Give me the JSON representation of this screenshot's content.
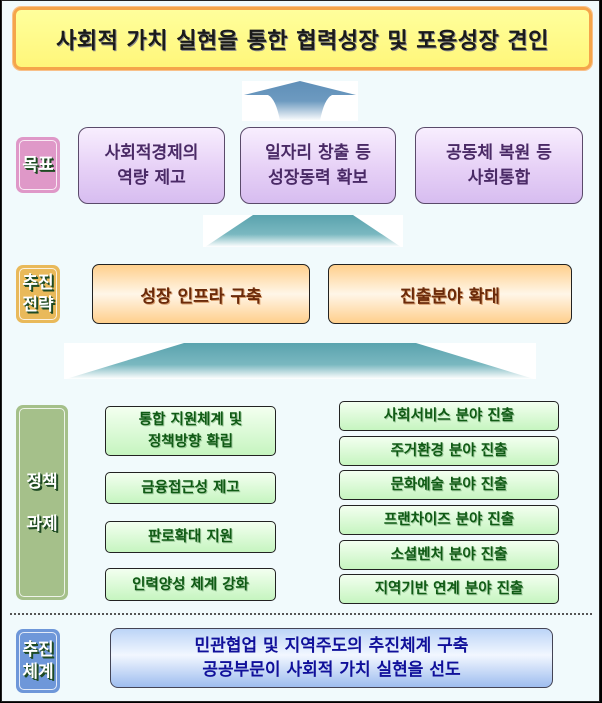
{
  "title": "사회적 가치 실현을 통한 협력성장 및 포용성장 견인",
  "sections": {
    "goal": {
      "label_lines": [
        "목표"
      ],
      "color": "#df98c8",
      "items": [
        {
          "line1": "사회적경제의",
          "line2": "역량 제고"
        },
        {
          "line1": "일자리 창출 등",
          "line2": "성장동력 확보"
        },
        {
          "line1": "공동체 복원 등",
          "line2": "사회통합"
        }
      ]
    },
    "strategy": {
      "label_lines": [
        "추진",
        "전략"
      ],
      "color": "#e9b95a",
      "items": [
        {
          "text": "성장 인프라 구축"
        },
        {
          "text": "진출분야 확대"
        }
      ]
    },
    "tasks": {
      "label_lines": [
        "정책",
        "과제"
      ],
      "color": "#a5c08a",
      "left_items": [
        {
          "line1": "통합 지원체계 및",
          "line2": "정책방향 확립"
        },
        {
          "line1": "금융접근성 제고"
        },
        {
          "line1": "판로확대 지원"
        },
        {
          "line1": "인력양성 체계 강화"
        }
      ],
      "right_items": [
        {
          "text": "사회서비스 분야 진출"
        },
        {
          "text": "주거환경 분야 진출"
        },
        {
          "text": "문화예술 분야 진출"
        },
        {
          "text": "프랜차이즈 분야 진출"
        },
        {
          "text": "소셜벤처 분야 진출"
        },
        {
          "text": "지역기반 연계 분야 진출"
        }
      ]
    },
    "system": {
      "label_lines": [
        "추진",
        "체계"
      ],
      "color": "#6e97d9",
      "line1": "민관협업 및 지역주도의 추진체계 구축",
      "line2": "공공부문이 사회적 가치 실현을 선도"
    }
  },
  "arrows": [
    {
      "name": "arrow-to-title",
      "color": "#5f8fb8"
    },
    {
      "name": "arrow-to-goal",
      "color": "#5aa3ae"
    },
    {
      "name": "arrow-to-strategy",
      "color": "#5aa3ae"
    }
  ]
}
